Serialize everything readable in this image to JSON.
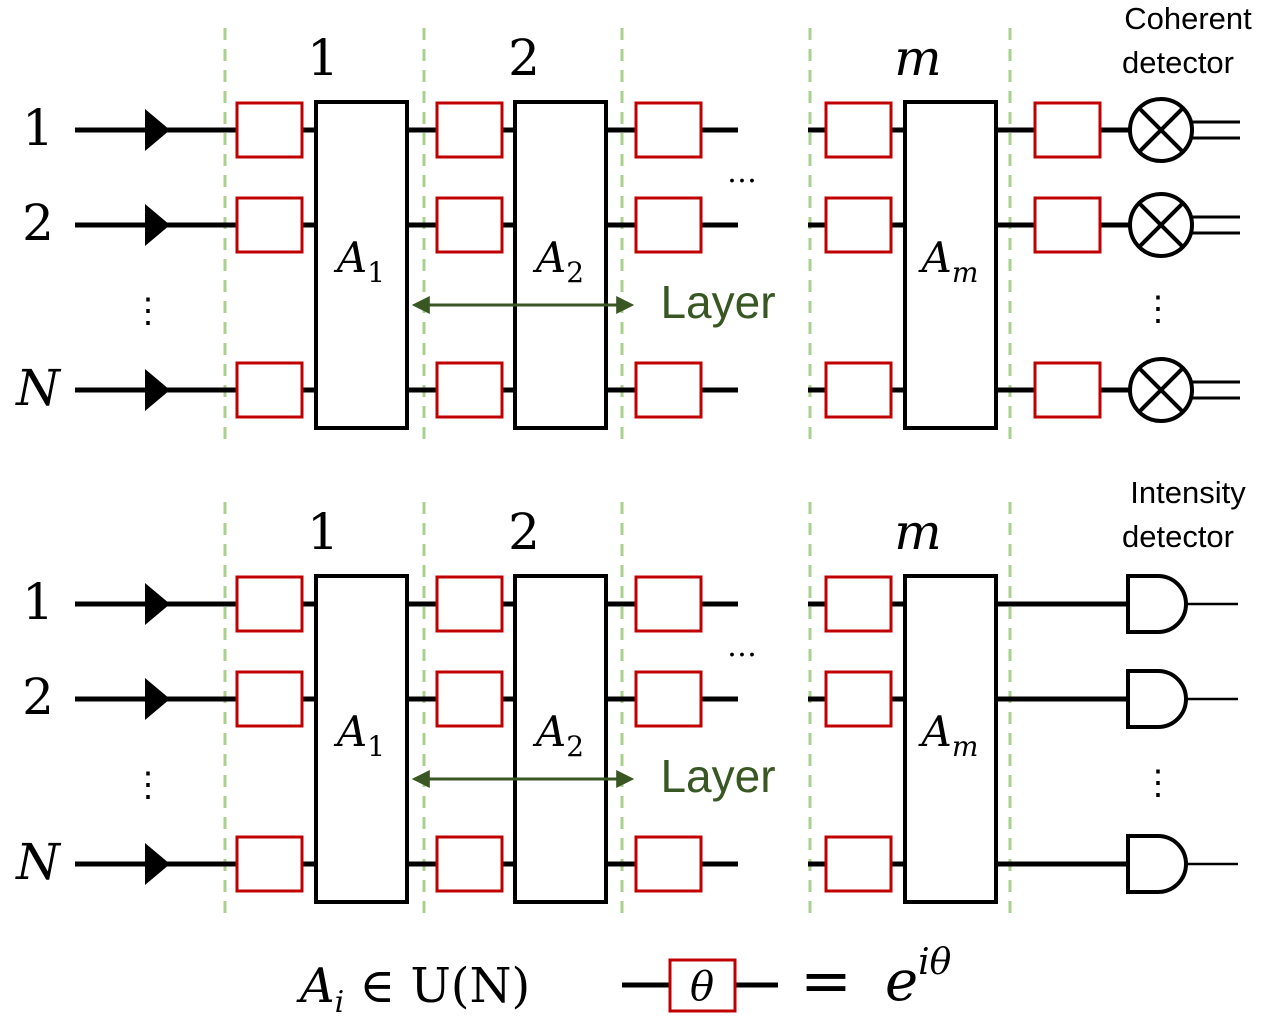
{
  "panels": [
    {
      "id": "coherent",
      "wire_labels": [
        "1",
        "2",
        "⋮",
        "N"
      ],
      "layer_numbers": [
        "1",
        "2",
        "m"
      ],
      "blocks": [
        "A",
        "A",
        "A"
      ],
      "block_subscripts": [
        "1",
        "2",
        "m"
      ],
      "ellipsis": "…",
      "layer_label": "Layer",
      "detector_title": [
        "Coherent",
        "detector"
      ],
      "detector_type": "coherent",
      "detector_ellipsis": "⋮"
    },
    {
      "id": "intensity",
      "wire_labels": [
        "1",
        "2",
        "⋮",
        "N"
      ],
      "layer_numbers": [
        "1",
        "2",
        "m"
      ],
      "blocks": [
        "A",
        "A",
        "A"
      ],
      "block_subscripts": [
        "1",
        "2",
        "m"
      ],
      "ellipsis": "…",
      "layer_label": "Layer",
      "detector_title": [
        "Intensity",
        "detector"
      ],
      "detector_type": "intensity",
      "detector_ellipsis": "⋮"
    }
  ],
  "legend": {
    "unitary_A": "A",
    "unitary_sub": "i",
    "unitary_rest": " ∈ U(N)",
    "phase_symbol": "θ",
    "equals": "=",
    "exp_base": "e",
    "exp_power": "iθ"
  },
  "colors": {
    "wire": "#000000",
    "phase_box": "#c00000",
    "layer_divider": "#a9d18e",
    "layer_arrow": "#385723",
    "layer_text": "#385723"
  }
}
